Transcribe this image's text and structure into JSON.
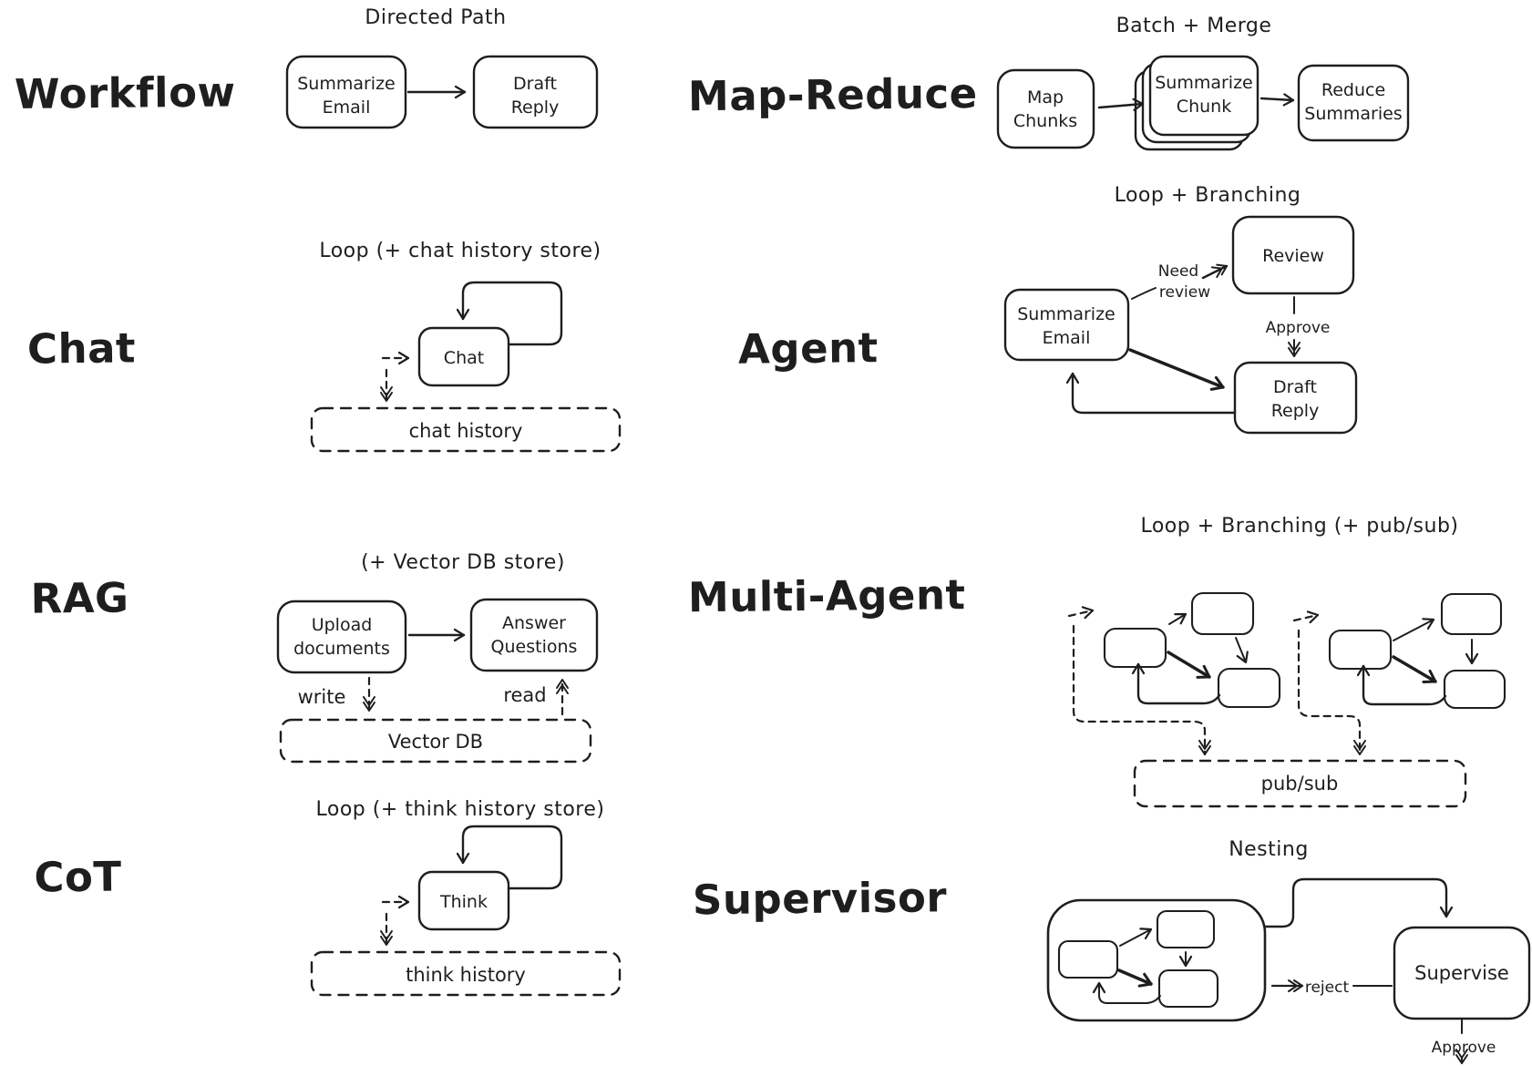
{
  "canvas": {
    "ink": "#1e1e1e",
    "background": "#ffffff"
  },
  "rows": {
    "workflow": {
      "label": "Workflow",
      "title": "Directed Path",
      "nodes": {
        "summarize_email": [
          "Summarize",
          "Email"
        ],
        "draft_reply": [
          "Draft",
          "Reply"
        ]
      }
    },
    "map_reduce": {
      "label": "Map-Reduce",
      "title": "Batch + Merge",
      "nodes": {
        "map_chunks": [
          "Map",
          "Chunks"
        ],
        "summarize_chunk": [
          "Summarize",
          "Chunk"
        ],
        "reduce_summaries": [
          "Reduce",
          "Summaries"
        ]
      }
    },
    "chat": {
      "label": "Chat",
      "title": "Loop (+ chat history store)",
      "nodes": {
        "chat": "Chat"
      },
      "store": "chat history"
    },
    "agent": {
      "label": "Agent",
      "title": "Loop + Branching",
      "nodes": {
        "summarize_email": [
          "Summarize",
          "Email"
        ],
        "review": "Review",
        "draft_reply": [
          "Draft",
          "Reply"
        ]
      },
      "edges": {
        "need_review": [
          "Need",
          "review"
        ],
        "approve": "Approve"
      }
    },
    "rag": {
      "label": "RAG",
      "title": "(+ Vector DB store)",
      "nodes": {
        "upload_documents": [
          "Upload",
          "documents"
        ],
        "answer_questions": [
          "Answer",
          "Questions"
        ]
      },
      "edges": {
        "write": "write",
        "read": "read"
      },
      "store": "Vector DB"
    },
    "multi_agent": {
      "label": "Multi-Agent",
      "title": "Loop + Branching (+ pub/sub)",
      "store": "pub/sub"
    },
    "cot": {
      "label": "CoT",
      "title": "Loop (+ think history store)",
      "nodes": {
        "think": "Think"
      },
      "store": "think history"
    },
    "supervisor": {
      "label": "Supervisor",
      "title": "Nesting",
      "nodes": {
        "supervise": "Supervise"
      },
      "edges": {
        "reject": "reject",
        "approve": "Approve"
      }
    }
  }
}
